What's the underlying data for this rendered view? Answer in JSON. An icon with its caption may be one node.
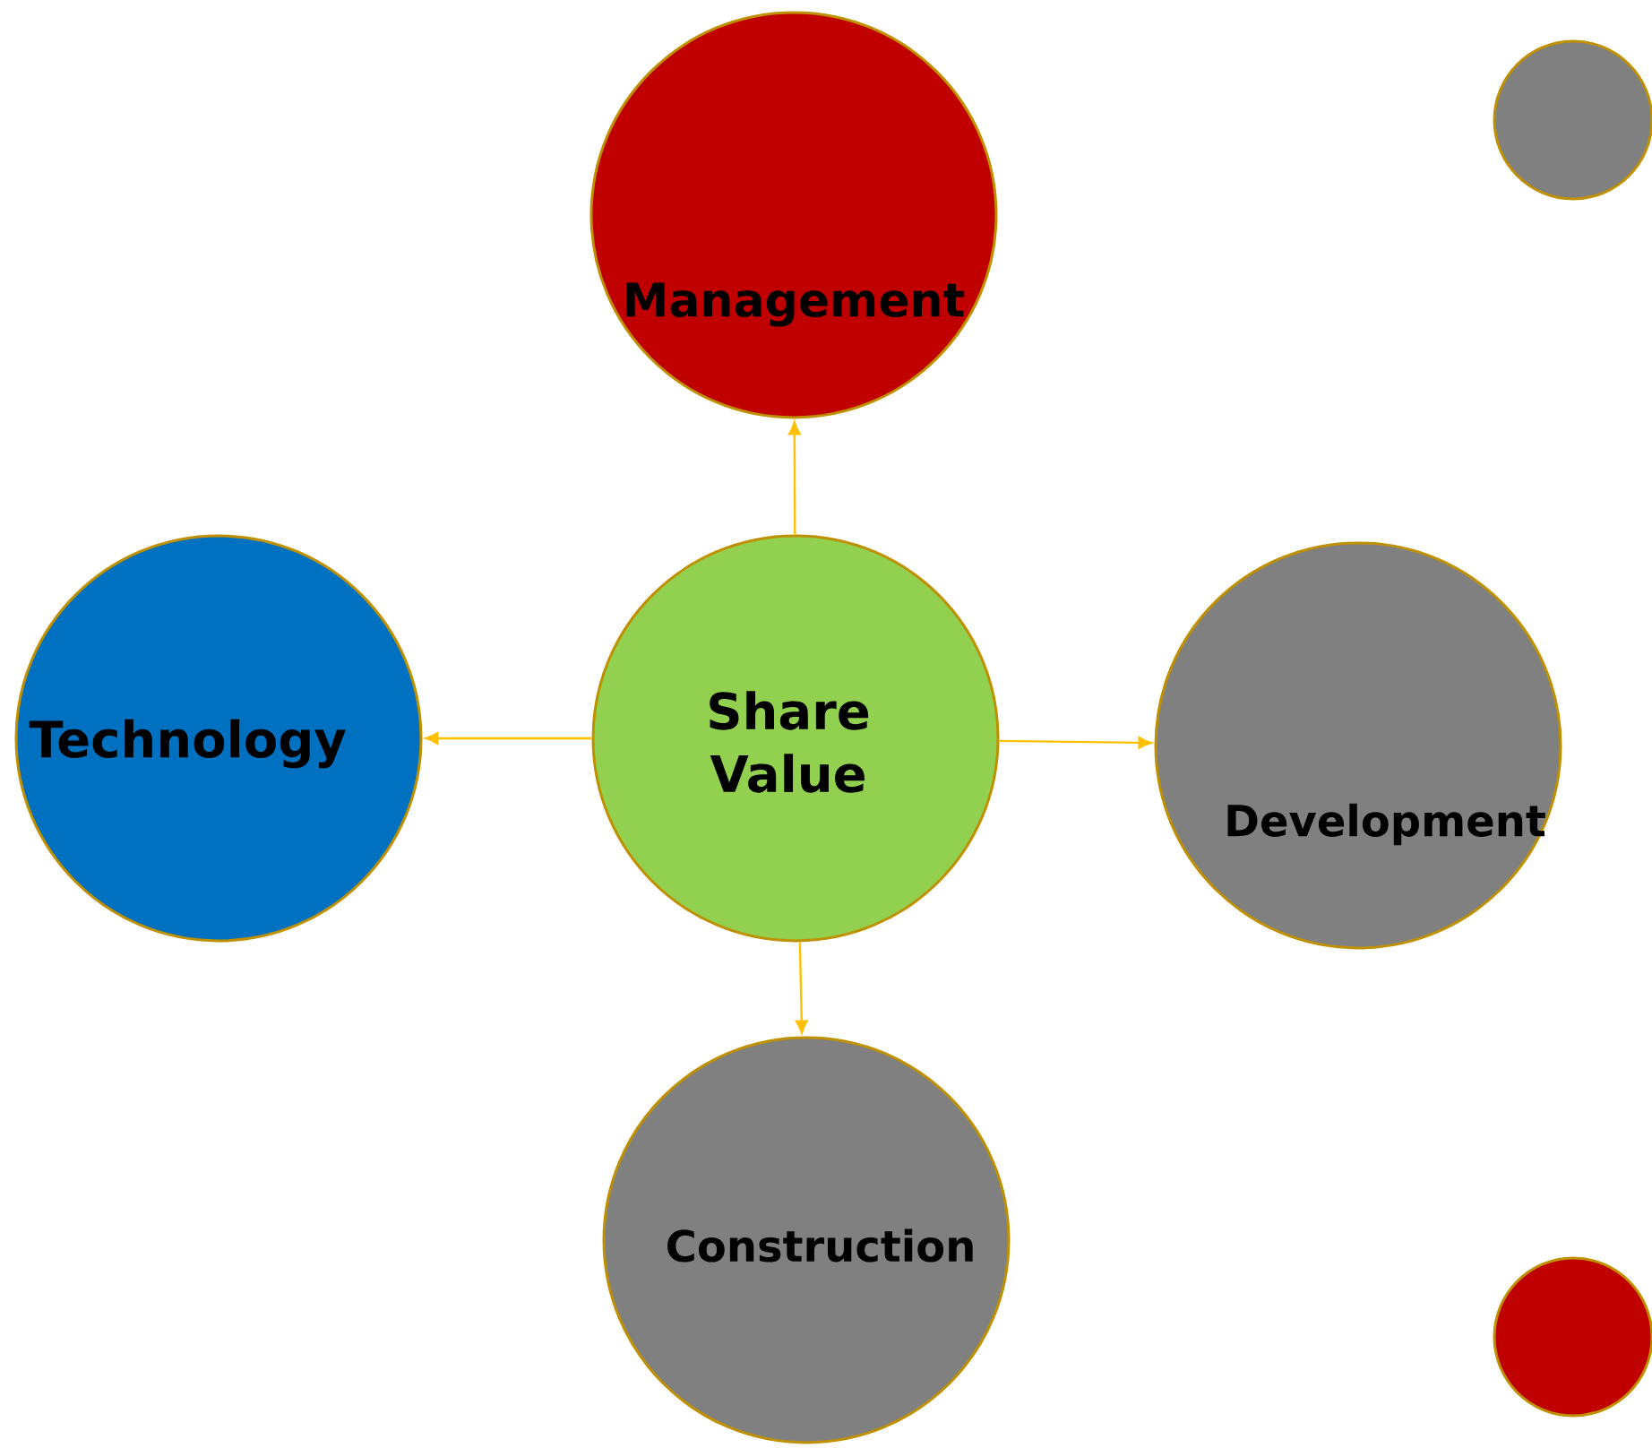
{
  "diagram": {
    "nodes": [
      {
        "text": [
          "Management"
        ]
      },
      {
        "text": [],
        "shape": "circle"
      },
      {
        "text": [
          "Technology"
        ]
      },
      {
        "text": [
          "Share Value"
        ]
      },
      {
        "text": [
          "Development"
        ]
      },
      {
        "text": [
          "Construction"
        ]
      },
      {
        "text": [],
        "shape": "circle"
      }
    ],
    "edges": [
      {
        "from": 3,
        "to": 0,
        "arrow": "to"
      },
      {
        "from": 3,
        "to": 2,
        "arrow": "to"
      },
      {
        "from": 3,
        "to": 4,
        "arrow": "to"
      },
      {
        "from": 3,
        "to": 5,
        "arrow": "to"
      }
    ]
  }
}
